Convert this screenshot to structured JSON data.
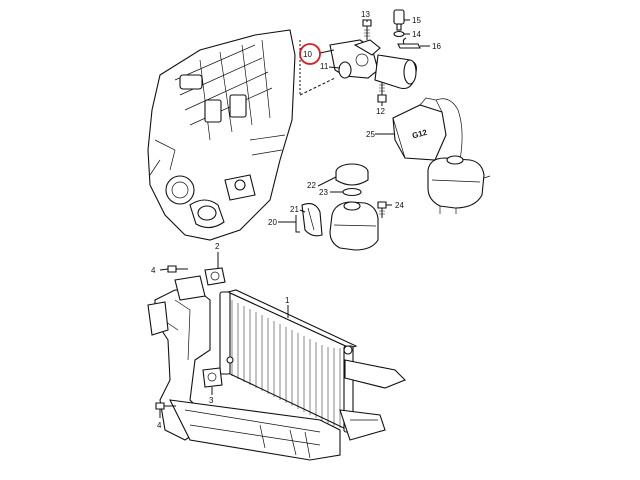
{
  "callouts": [
    {
      "id": "c1",
      "text": "1"
    },
    {
      "id": "c2",
      "text": "2"
    },
    {
      "id": "c3",
      "text": "3"
    },
    {
      "id": "c4a",
      "text": "4"
    },
    {
      "id": "c4b",
      "text": "4"
    },
    {
      "id": "c10",
      "text": "10"
    },
    {
      "id": "c11",
      "text": "11"
    },
    {
      "id": "c12",
      "text": "12"
    },
    {
      "id": "c13",
      "text": "13"
    },
    {
      "id": "c14",
      "text": "14"
    },
    {
      "id": "c15",
      "text": "15"
    },
    {
      "id": "c16",
      "text": "16"
    },
    {
      "id": "c20",
      "text": "20"
    },
    {
      "id": "c21",
      "text": "21"
    },
    {
      "id": "c22",
      "text": "22"
    },
    {
      "id": "c23",
      "text": "23"
    },
    {
      "id": "c24",
      "text": "24"
    },
    {
      "id": "c25",
      "text": "25"
    }
  ],
  "coolant_can_label": "G12",
  "highlight_color": "#d42020"
}
